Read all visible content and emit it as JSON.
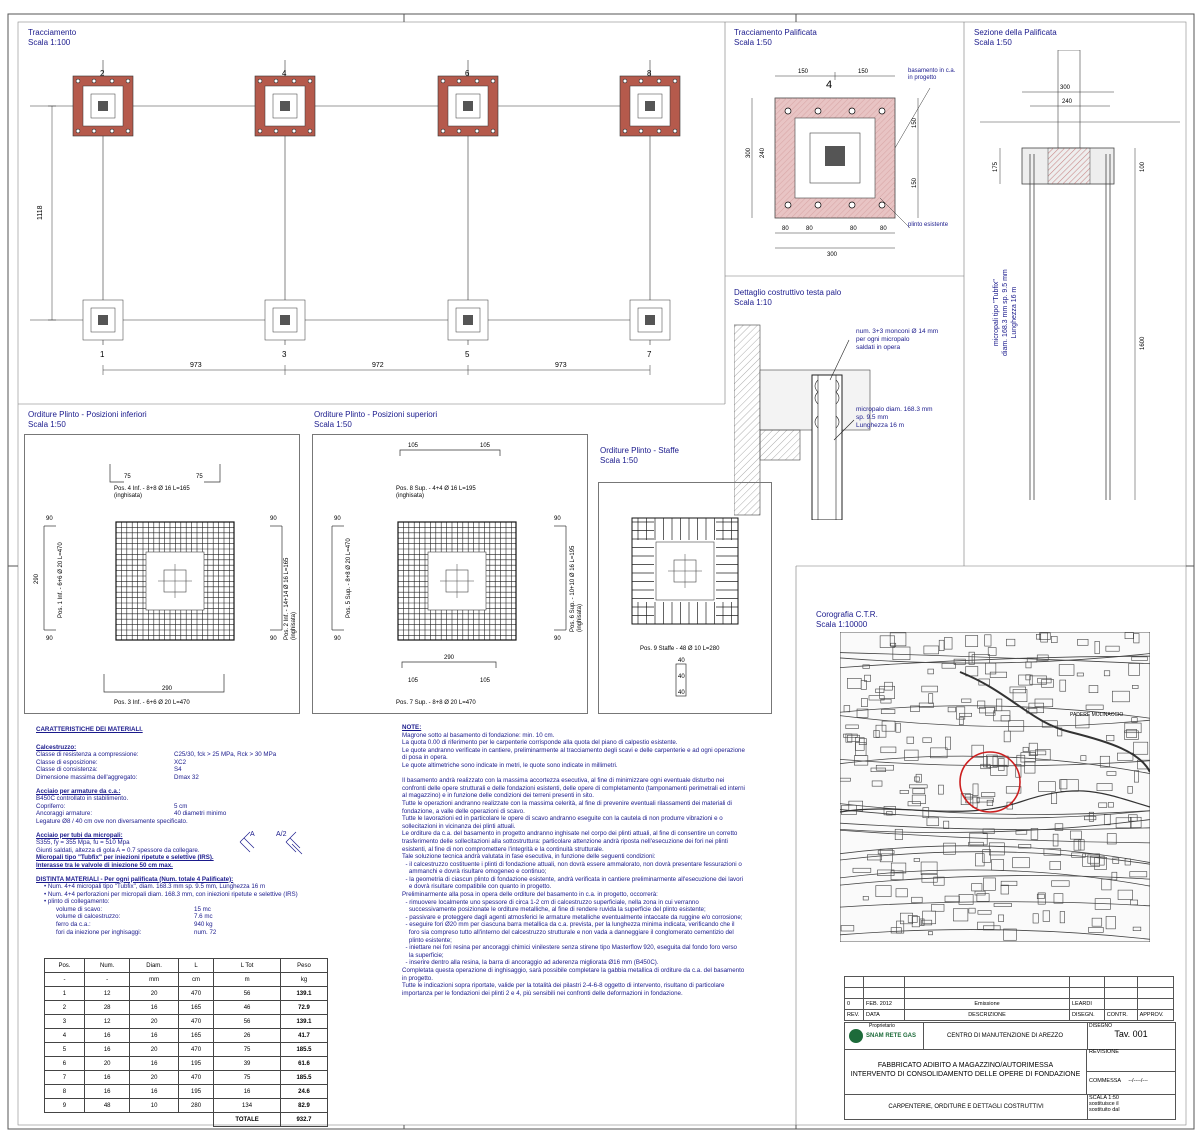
{
  "sheet": {
    "title_tracciamento": "Tracciamento",
    "scale_tracciamento": "Scala 1:100",
    "title_palificata": "Tracciamento Palificata",
    "scale_palificata": "Scala 1:50",
    "title_sezione": "Sezione della Palificata",
    "scale_sezione": "Scala 1:50",
    "title_testa": "Dettaglio costruttivo testa palo",
    "scale_testa": "Scala 1:10",
    "title_inferiori": "Orditure Plinto - Posizioni inferiori",
    "scale_inferiori": "Scala 1:50",
    "title_superiori": "Orditure Plinto - Posizioni superiori",
    "scale_superiori": "Scala 1:50",
    "title_staffe": "Orditure Plinto - Staffe",
    "scale_staffe": "Scala 1:50",
    "title_corografia": "Corografia C.T.R.",
    "scale_corografia": "Scala 1:10000"
  },
  "plan": {
    "top_ids": [
      "2",
      "4",
      "6",
      "8"
    ],
    "bottom_ids": [
      "1",
      "3",
      "5",
      "7"
    ],
    "dim_vertical": "1118",
    "dims_horizontal": [
      "973",
      "972",
      "973"
    ]
  },
  "palificata": {
    "id": "4",
    "label_basamento": "basamento in c.a.\nin progetto",
    "label_plinto": "plinto esistente",
    "dims_top": [
      "150",
      "150"
    ],
    "dims_bottom": [
      "80",
      "80",
      "80",
      "80"
    ],
    "dim_total": "300",
    "dims_left": [
      "300",
      "240"
    ],
    "dims_right": [
      "150",
      "150"
    ]
  },
  "sezione": {
    "dims": [
      "300",
      "240",
      "175",
      "100",
      "1600"
    ],
    "pile_label": "micropali tipo \"Tubfix\"\ndiam. 168.3 mm sp. 9.5 mm\nLunghezza 16 m"
  },
  "testa": {
    "label_monconi": "num. 3+3 monconi Ø 14 mm\nper ogni micropalo\nsaldati in opera",
    "label_micropalo": "micropalo diam. 168.3 mm\nsp. 9.5 mm\nLunghezza 16 m"
  },
  "rebar": {
    "pos4": "Pos. 4 Inf. - 8+8 Ø 16 L=165\n(inghisata)",
    "pos3": "Pos. 3 Inf. - 6+6 Ø 20 L=470",
    "pos1": "Pos. 1 Inf. - 6+6 Ø 20 L=470",
    "pos2": "Pos. 2 Inf. - 14+14 Ø 16 L=165\n(inghisata)",
    "pos8": "Pos. 8 Sup. - 4+4 Ø 16 L=195\n(inghisata)",
    "pos7": "Pos. 7 Sup. - 8+8 Ø 20 L=470",
    "pos5": "Pos. 5 Sup. - 8+8 Ø 20 L=470",
    "pos6": "Pos. 6 Sup. - 10+10 Ø 16 L=195\n(inghisata)",
    "pos9": "Pos. 9 Staffe - 48 Ø 10 L=280",
    "dim_75": "75",
    "dim_90": "90",
    "dim_105": "105",
    "dim_290": "290",
    "dim_40": "40"
  },
  "materials": {
    "heading": "CARATTERISTICHE DEI MATERIALI.",
    "cls_title": "Calcestruzzo:",
    "cls_rows": [
      [
        "Classe di resistenza a compressione:",
        "C25/30, fck > 25 MPa, Rck > 30 MPa"
      ],
      [
        "Classe di esposizione:",
        "XC2"
      ],
      [
        "Classe di consistenza:",
        "S4"
      ],
      [
        "Dimensione massima dell'aggregato:",
        "Dmax 32"
      ]
    ],
    "acc_title": "Acciaio per armature da c.a.:",
    "acc_lines": [
      "B450C controllato in stabilimento."
    ],
    "acc_rows": [
      [
        "Copriferro:",
        "5 cm"
      ],
      [
        "Ancoraggi armature:",
        "40 diametri minimo"
      ]
    ],
    "acc_last": "Legature Ø8 / 40 cm ove non diversamente specificato.",
    "tubi_title": "Acciaio per tubi da micropali:",
    "tubi_lines": [
      "S355, fy = 355 Mpa, fu = 510 Mpa",
      "Giunti saldati, altezza di gola A = 0.7 spessore da collegare."
    ],
    "tubi_bold": [
      "Micropali tipo \"Tubfix\" per iniezioni ripetute e selettive (IRS).",
      "Interasse tra le valvole di iniezione 50 cm max."
    ],
    "weld_a": "A",
    "weld_a2": "A/2",
    "dist_title": "DISTINTA MATERIALI - Per ogni palificata (Num. totale 4 Palificate):",
    "dist_bullets": [
      "Num. 4+4 micropali tipo \"Tubfix\", diam. 168.3 mm sp. 9.5 mm, Lunghezza 16 m",
      "Num. 4+4 perforazioni per micropali diam. 168.3 mm, con iniezioni ripetute e selettive (IRS)",
      "plinto di collegamento:"
    ],
    "plinto_rows": [
      [
        "volume di scavo:",
        "15 mc"
      ],
      [
        "volume di calcestruzzo:",
        "7.6 mc"
      ],
      [
        "ferro da c.a.:",
        "940 kg"
      ],
      [
        "fori da iniezione per inghisaggi:",
        "num. 72"
      ]
    ]
  },
  "distinta": {
    "headers": [
      "Pos.",
      "Num.",
      "Diam.",
      "L",
      "L Tot",
      "Peso"
    ],
    "units": [
      "-",
      "-",
      "mm",
      "cm",
      "m",
      "kg"
    ],
    "rows": [
      [
        "1",
        "12",
        "20",
        "470",
        "56",
        "139.1"
      ],
      [
        "2",
        "28",
        "16",
        "165",
        "46",
        "72.9"
      ],
      [
        "3",
        "12",
        "20",
        "470",
        "56",
        "139.1"
      ],
      [
        "4",
        "16",
        "16",
        "165",
        "26",
        "41.7"
      ],
      [
        "5",
        "16",
        "20",
        "470",
        "75",
        "185.5"
      ],
      [
        "6",
        "20",
        "16",
        "195",
        "39",
        "61.6"
      ],
      [
        "7",
        "16",
        "20",
        "470",
        "75",
        "185.5"
      ],
      [
        "8",
        "16",
        "16",
        "195",
        "16",
        "24.6"
      ],
      [
        "9",
        "48",
        "10",
        "280",
        "134",
        "82.9"
      ]
    ],
    "total_label": "TOTALE",
    "total_value": "932.7"
  },
  "notes": {
    "heading": "NOTE:",
    "lines": [
      "Magrone sotto al basamento di fondazione: min. 10 cm.",
      "La quota 0.00 di riferimento per le carpenterie corrisponde alla quota del piano di calpestio esistente.",
      "Le quote andranno verificate in cantiere, preliminarmente al tracciamento degli scavi e delle carpenterie e ad ogni operazione",
      "di posa in opera.",
      "Le quote altimetriche sono indicate in metri, le quote sono indicate in millimetri.",
      "",
      "Il basamento andrà realizzato con la massima accortezza esecutiva, al fine di minimizzare ogni eventuale disturbo nei",
      "confronti delle opere strutturali e delle fondazioni esistenti, delle opere di completamento (tamponamenti perimetrali ed interni",
      "al magazzino) e in funzione delle condizioni dei terreni presenti in sito.",
      "Tutte le operazioni andranno realizzate con la massima celerità, al fine di prevenire eventuali rilassamenti dei materiali di",
      "fondazione, a valle delle operazioni di scavo.",
      "Tutte le lavorazioni ed in particolare le opere di scavo andranno eseguite con la cautela di non produrre vibrazioni e o",
      "sollecitazioni in vicinanza dei plinti attuali.",
      "Le orditure da c.a. del basamento in progetto andranno inghisate nel corpo dei plinti attuali, al fine di consentire un corretto",
      "trasferimento delle sollecitazioni alla sottostruttura: particolare attenzione andrà riposta nell'esecuzione dei fori nei plinti",
      "esistenti, al fine di non compromettere l'integrità e la continuità strutturale.",
      "Tale soluzione tecnica andrà valutata in fase esecutiva, in funzione delle seguenti condizioni:",
      "  - il calcestruzzo costituente i plinti di fondazione attuali, non dovrà essere ammalorato, non dovrà presentare fessurazioni o",
      "    ammanchi e dovrà risultare omogeneo e continuo;",
      "  - la geometria di ciascun plinto di fondazione esistente, andrà verificata in cantiere preliminarmente all'esecuzione dei lavori",
      "    e dovrà risultare compatibile con quanto in progetto.",
      "Preliminarmente alla posa in opera delle orditure del basamento in c.a. in progetto, occorrerà:",
      "  - rimuovere localmente uno spessore di circa 1-2 cm di calcestruzzo superficiale, nella zona in cui verranno",
      "    successivamente posizionate le orditure metalliche, al fine di rendere ruvida la superficie del plinto esistente;",
      "  - passivare e proteggere dagli agenti atmosferici le armature metalliche eventualmente intaccate da ruggine e/o corrosione;",
      "  - eseguire fori Ø20 mm per ciascuna barra metallica da c.a. prevista, per la lunghezza minima indicata, verificando che il",
      "    foro sia compreso tutto all'interno del calcestruzzo strutturale e non vada a danneggiare il conglomerato cementizio del",
      "    plinto esistente;",
      "  - iniettare nei fori resina per ancoraggi chimici vinilestere senza stirene tipo Masterflow 920, eseguita dal fondo foro verso",
      "    la superficie;",
      "  - inserire dentro alla resina, la barra di ancoraggio ad aderenza migliorata Ø16 mm (B450C).",
      "Completata questa operazione di inghisaggio, sarà possibile completare la gabbia metallica di orditure da c.a. del basamento",
      "in progetto.",
      "Tutte le indicazioni sopra riportate, valide per la totalità dei pilastri 2-4-6-8 oggetto di intervento, risultano di particolare",
      "importanza per le fondazioni dei plinti 2 e 4, più sensibili nei confronti delle deformazioni in fondazione."
    ]
  },
  "titleblock": {
    "rev_num": "0",
    "rev_date": "FEB. 2012",
    "rev_desc": "Emissione",
    "rev_disegn": "LEARDI",
    "h_rev": "REV.",
    "h_data": "DATA",
    "h_descr": "DESCRIZIONE",
    "h_disegn": "DISEGN.",
    "h_contr": "CONTR.",
    "h_approv": "APPROV.",
    "proprietario": "Proprietario",
    "logo": "SNAM RETE GAS",
    "centro": "CENTRO DI MANUTENZIONE DI AREZZO",
    "disegno_label": "DISEGNO",
    "tav": "Tav. 001",
    "project_line1": "FABBRICATO ADIBITO A MAGAZZINO/AUTORIMESSA",
    "project_line2": "INTERVENTO DI CONSOLIDAMENTO DELLE OPERE DI FONDAZIONE",
    "revisione": "REVISIONE",
    "commessa": "COMMESSA",
    "commessa_val": "--/----/---",
    "subject": "CARPENTERIE, ORDITURE E DETTAGLI COSTRUTTIVI",
    "scala": "SCALA 1:50",
    "sostituisce": "sostituisce il",
    "sostituito": "sostituito dal"
  },
  "map": {
    "label_a": "PADERE MOLINACCIO"
  }
}
